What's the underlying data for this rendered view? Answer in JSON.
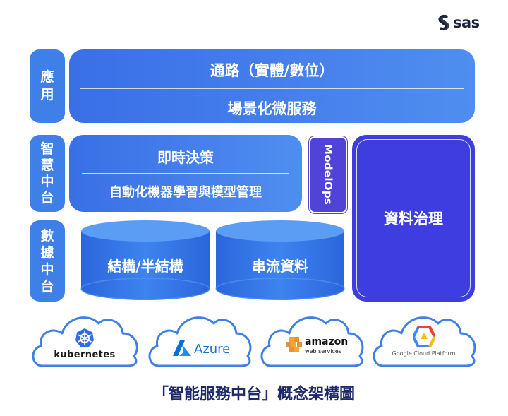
{
  "brand": {
    "name": "sas"
  },
  "tiers": {
    "application": {
      "label_chars": [
        "應",
        "用"
      ],
      "top": "通路（實體/數位）",
      "bottom": "場景化微服務"
    },
    "intelligence": {
      "label_chars": [
        "智",
        "慧",
        "中",
        "台"
      ],
      "top": "即時決策",
      "bottom": "自動化機器學習與模型管理"
    },
    "data": {
      "label_chars": [
        "數",
        "據",
        "中",
        "台"
      ],
      "stores": [
        "結構/半結構",
        "串流資料"
      ]
    }
  },
  "modelops": "ModelOps",
  "governance": "資料治理",
  "platforms": [
    {
      "name": "kubernetes",
      "icon": "kubernetes-icon"
    },
    {
      "name": "Azure",
      "icon": "azure-icon"
    },
    {
      "name": "amazon",
      "sub": "web services",
      "icon": "aws-icon"
    },
    {
      "name": "Google Cloud Platform",
      "icon": "gcp-icon"
    }
  ],
  "caption": "「智能服務中台」概念架構圖",
  "colors": {
    "band": "#3f7fe8",
    "modelops": "#5044d8",
    "governance": "#3e3ee0",
    "cylinder_top": "#5a9cf3",
    "cylinder_body": "#2f6fe3",
    "caption": "#1f2a6b"
  }
}
